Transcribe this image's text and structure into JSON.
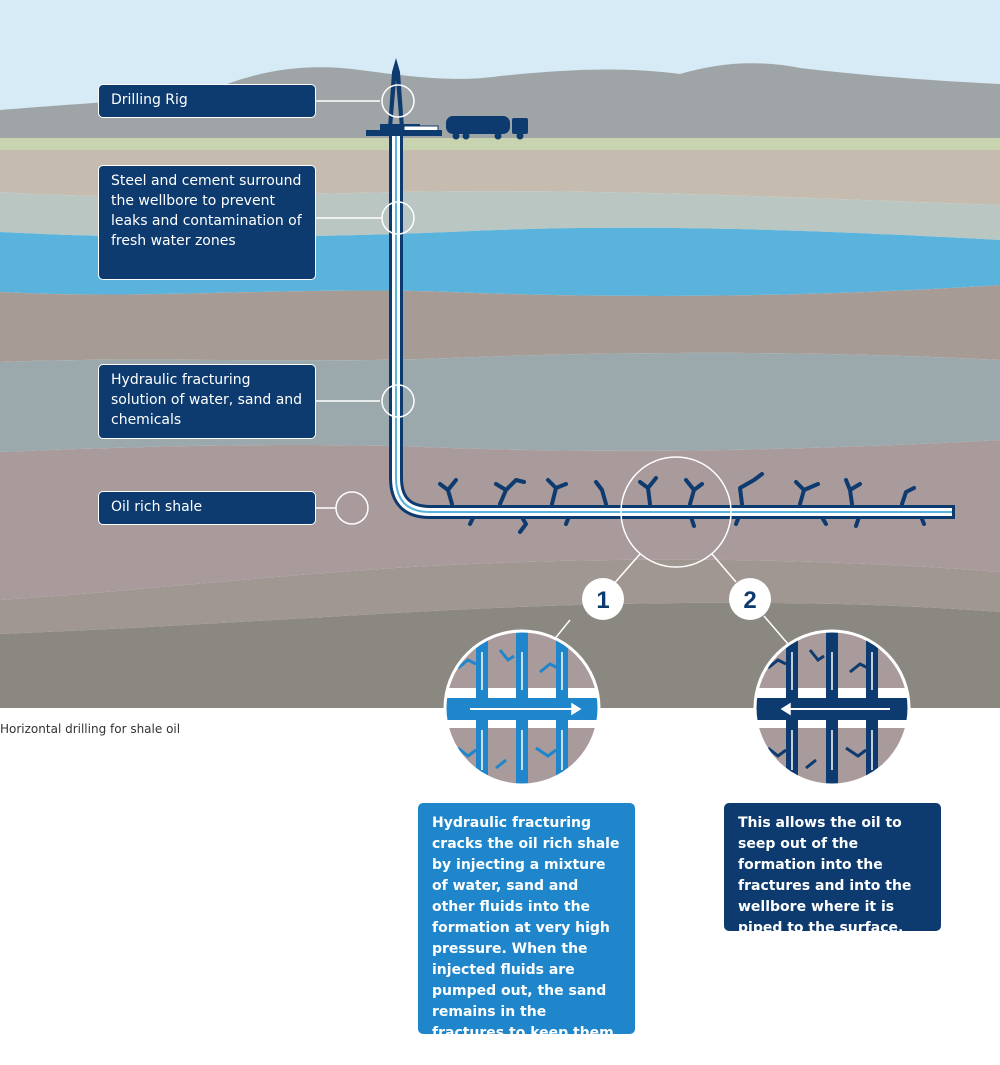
{
  "labels": {
    "drilling_rig": "Drilling Rig",
    "steel_cement": "Steel and cement surround the wellbore to prevent leaks and contamination of fresh water zones",
    "hydraulic_solution": "Hydraulic fracturing solution of water, sand and chemicals",
    "oil_shale": "Oil rich shale"
  },
  "caption": "Horizontal drilling for shale oil",
  "steps": [
    {
      "number": "1",
      "text": "Hydraulic fracturing cracks the oil rich shale by injecting a mixture of water, sand and other fluids into the formation at very high pressure. When the injected fluids are pumped out, the sand remains in the fractures to keep them open."
    },
    {
      "number": "2",
      "text": "This allows the oil to seep out of the formation into the fractures and into the wellbore where it is piped to the surface."
    }
  ],
  "colors": {
    "sky": "#d6ebf5",
    "navy": "#0d3b6f",
    "water": "#5ab3dc",
    "step1": "#1f86cc",
    "step2": "#0d3b6f"
  }
}
